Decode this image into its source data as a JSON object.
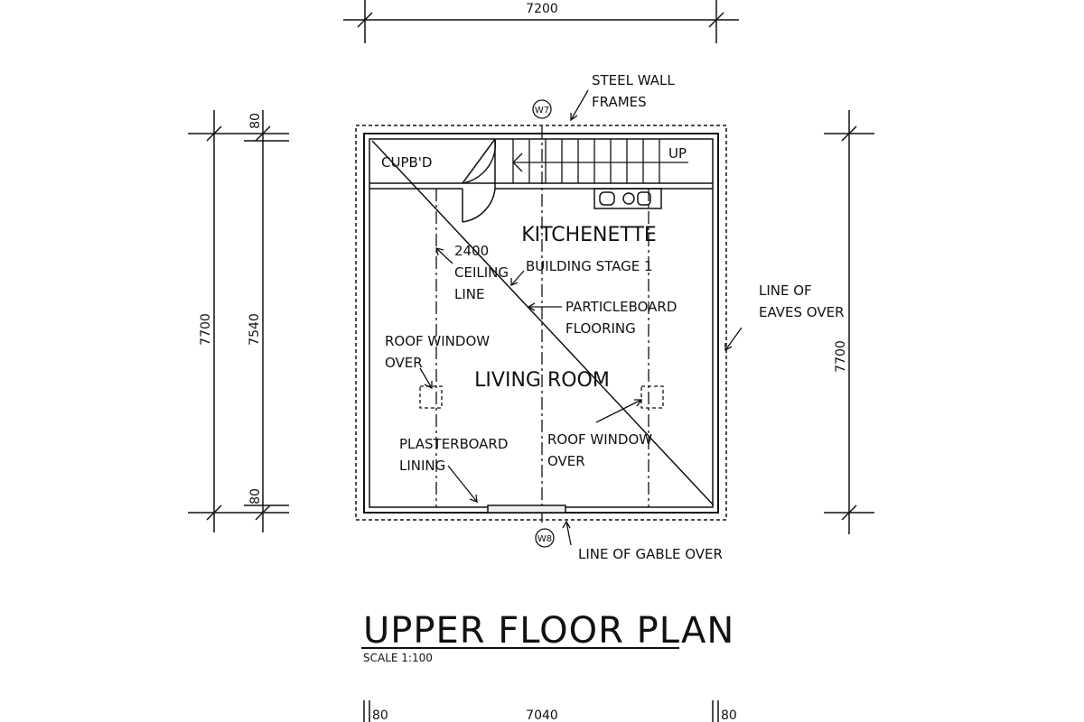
{
  "dimensions": {
    "top_width": "7200",
    "left_outer": "7700",
    "left_inner": "7540",
    "left_top_wall": "80",
    "left_bottom_wall": "80",
    "right_height": "7700",
    "bottom_left_wall": "80",
    "bottom_inner": "7040",
    "bottom_right_wall": "80"
  },
  "labels": {
    "steel_wall_frames": [
      "STEEL WALL",
      "FRAMES"
    ],
    "cupbd": "CUPB'D",
    "up": "UP",
    "kitchenette": "KITCHENETTE",
    "ceiling_line": [
      "2400",
      "CEILING",
      "LINE"
    ],
    "building_stage": "BUILDING STAGE 1",
    "particleboard": [
      "PARTICLEBOARD",
      "FLOORING"
    ],
    "eaves": [
      "LINE OF",
      "EAVES OVER"
    ],
    "roof_window_left": [
      "ROOF WINDOW",
      "OVER"
    ],
    "living_room": "LIVING ROOM",
    "roof_window_right": [
      "ROOF WINDOW",
      "OVER"
    ],
    "plasterboard": [
      "PLASTERBOARD",
      "LINING"
    ],
    "gable": "LINE OF GABLE OVER",
    "window_top_tag": "W7",
    "window_bottom_tag": "W8"
  },
  "title": "UPPER FLOOR PLAN",
  "scale": "SCALE 1:100"
}
